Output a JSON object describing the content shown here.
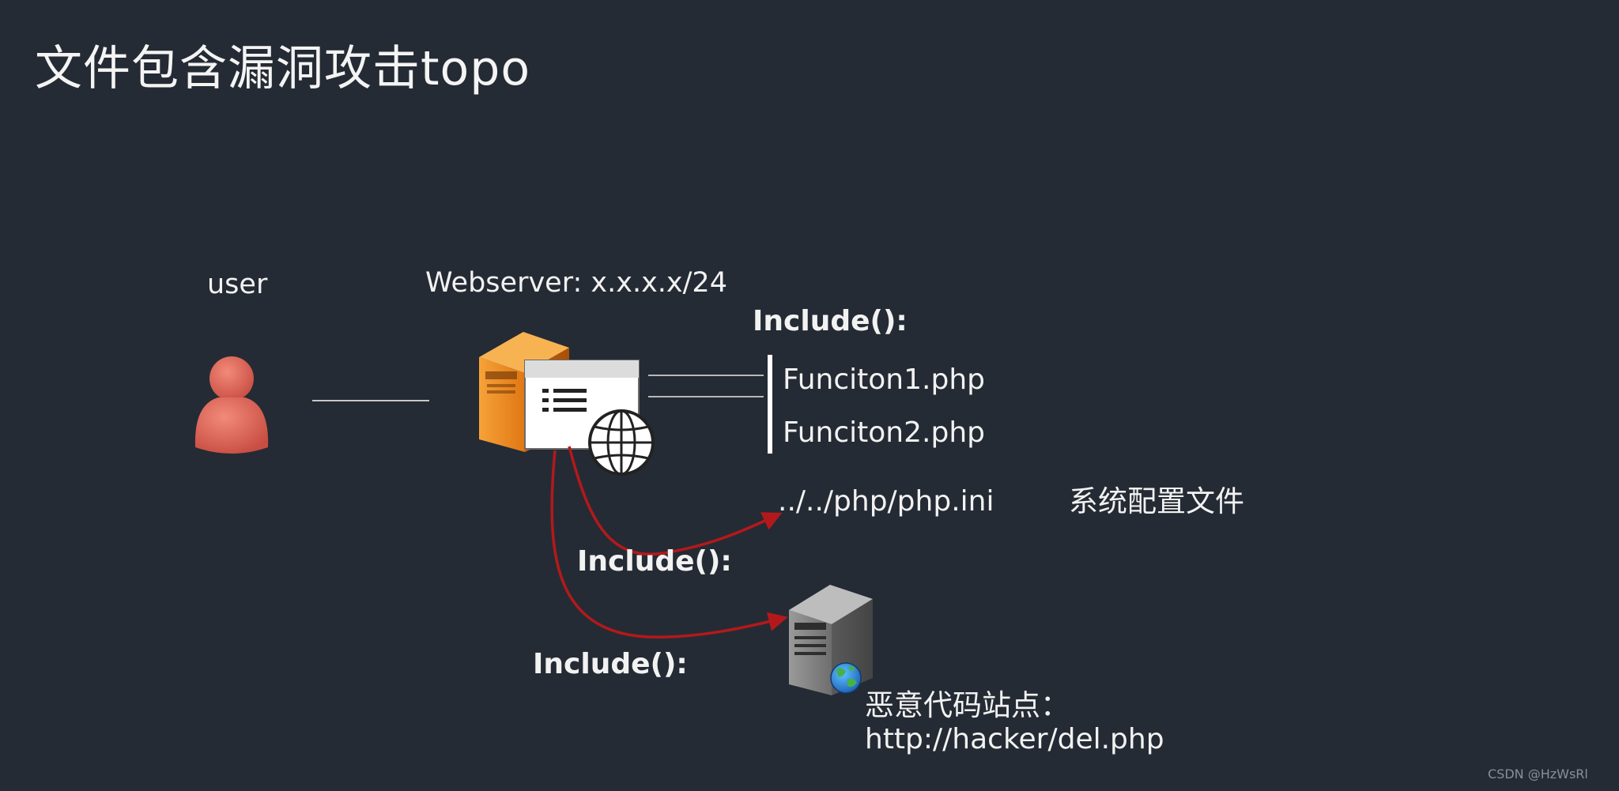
{
  "title": "文件包含漏洞攻击topo",
  "nodes": {
    "user": {
      "label": "user",
      "icon": "user-icon"
    },
    "webserver": {
      "label": "Webserver: x.x.x.x/24",
      "icon": "web-server-icon"
    },
    "malicious": {
      "label": "恶意代码站点：",
      "url": "http://hacker/del.php",
      "icon": "remote-server-icon"
    }
  },
  "include_top": {
    "label": "Include():",
    "files": [
      "Funciton1.php",
      "Funciton2.php"
    ]
  },
  "ini": {
    "path": "../../php/php.ini",
    "desc": "系统配置文件",
    "include_label": "Include():"
  },
  "remote_include_label": "Include():",
  "watermark": "CSDN @HzWsRl",
  "colors": {
    "background": "#252b34",
    "arrow": "#b3191b",
    "server_orange": "#f28a1e",
    "user": "#e0685a"
  }
}
